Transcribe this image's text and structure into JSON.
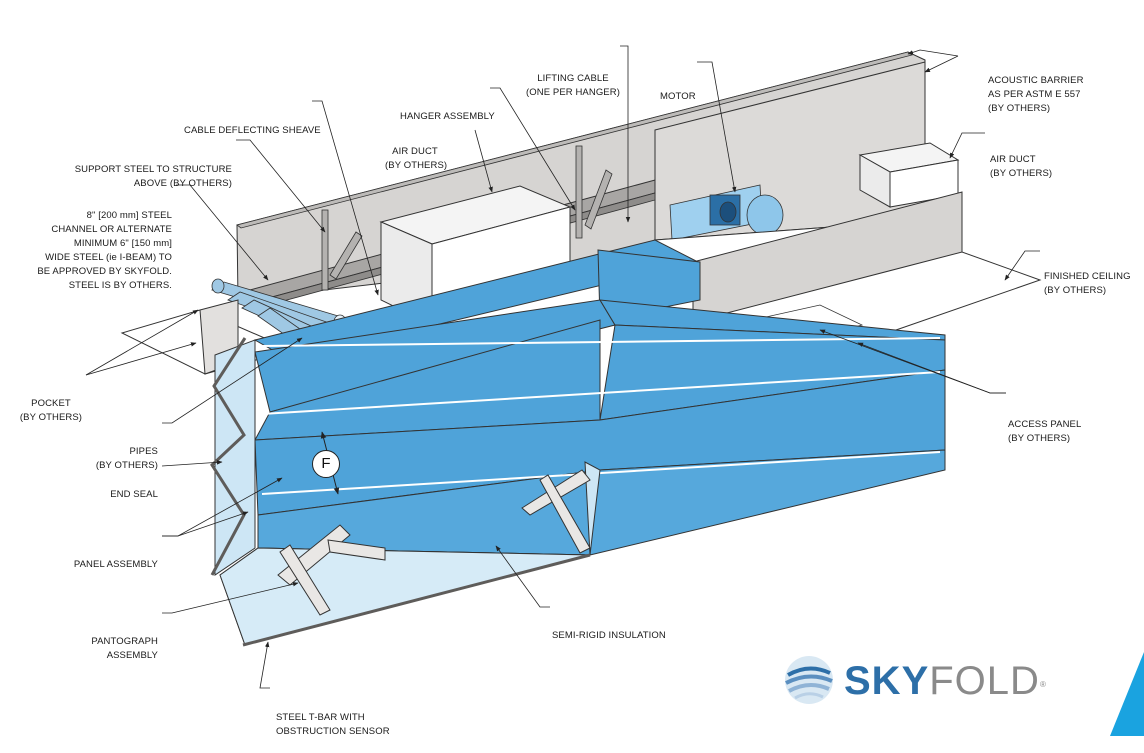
{
  "labels": {
    "acoustic_barrier": [
      "ACOUSTIC BARRIER",
      "AS PER ASTM E 557",
      "(BY OTHERS)"
    ],
    "lifting_cable": [
      "LIFTING CABLE",
      "(ONE PER HANGER)"
    ],
    "motor": [
      "MOTOR"
    ],
    "hanger_assembly": [
      "HANGER ASSEMBLY"
    ],
    "cable_sheave": [
      "CABLE DEFLECTING SHEAVE"
    ],
    "air_duct_center": [
      "AIR DUCT",
      "(BY OTHERS)"
    ],
    "air_duct_right": [
      "AIR DUCT",
      "(BY OTHERS)"
    ],
    "support_steel": [
      "SUPPORT STEEL TO STRUCTURE",
      "ABOVE (BY OTHERS)"
    ],
    "steel_channel": [
      "8\" [200 mm] STEEL",
      "CHANNEL OR ALTERNATE",
      "MINIMUM 6\" [150 mm]",
      "WIDE STEEL (ie I-BEAM) TO",
      "BE APPROVED BY SKYFOLD.",
      "STEEL IS BY OTHERS."
    ],
    "finished_ceiling": [
      "FINISHED CEILING",
      "(BY OTHERS)"
    ],
    "pocket": [
      "POCKET",
      "(BY OTHERS)"
    ],
    "access_panel": [
      "ACCESS PANEL",
      "(BY OTHERS)"
    ],
    "pipes": [
      "PIPES",
      "(BY OTHERS)"
    ],
    "end_seal": [
      "END SEAL"
    ],
    "panel_assembly": [
      "PANEL ASSEMBLY"
    ],
    "pantograph": [
      "PANTOGRAPH",
      "ASSEMBLY"
    ],
    "semi_rigid": [
      "SEMI-RIGID INSULATION"
    ],
    "steel_tbar": [
      "STEEL T-BAR WITH",
      "OBSTRUCTION SENSOR"
    ]
  },
  "marker": "F",
  "logo": {
    "part1": "SKY",
    "part2": "FOLD",
    "reg": "®"
  },
  "colors": {
    "panel_blue": "#4fa3d9",
    "panel_light": "#cde6f5",
    "wall_gray": "#d6d4d2",
    "brand_blue": "#2d6fa8",
    "accent_cyan": "#1aa3e0"
  }
}
